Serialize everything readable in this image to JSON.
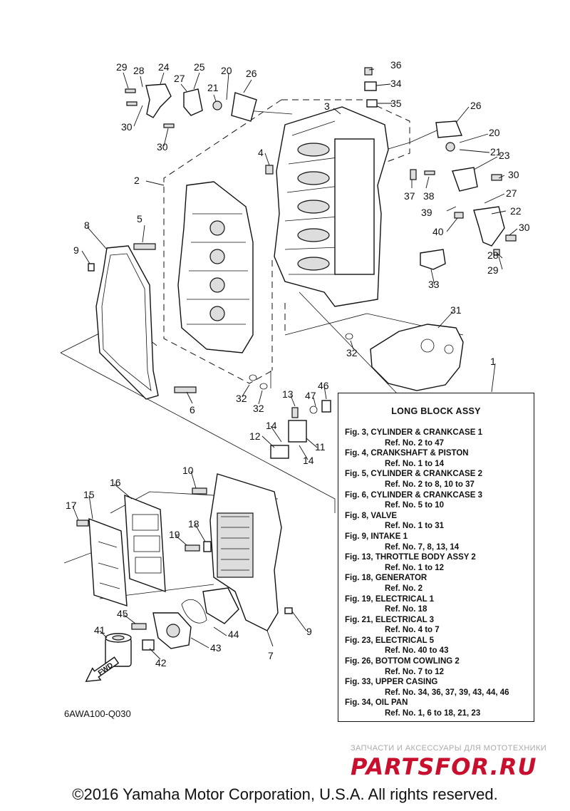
{
  "callouts": [
    {
      "key": "p29a",
      "label": "29"
    },
    {
      "key": "p28a",
      "label": "28"
    },
    {
      "key": "p24",
      "label": "24"
    },
    {
      "key": "p27a",
      "label": "27"
    },
    {
      "key": "p25",
      "label": "25"
    },
    {
      "key": "p20a",
      "label": "20"
    },
    {
      "key": "p21a",
      "label": "21"
    },
    {
      "key": "p26a",
      "label": "26"
    },
    {
      "key": "p30a",
      "label": "30"
    },
    {
      "key": "p30b",
      "label": "30"
    },
    {
      "key": "p3",
      "label": "3"
    },
    {
      "key": "p36",
      "label": "36"
    },
    {
      "key": "p34",
      "label": "34"
    },
    {
      "key": "p35",
      "label": "35"
    },
    {
      "key": "p26b",
      "label": "26"
    },
    {
      "key": "p20b",
      "label": "20"
    },
    {
      "key": "p21b",
      "label": "21"
    },
    {
      "key": "p23",
      "label": "23"
    },
    {
      "key": "p30c",
      "label": "30"
    },
    {
      "key": "p37",
      "label": "37"
    },
    {
      "key": "p38",
      "label": "38"
    },
    {
      "key": "p27b",
      "label": "27"
    },
    {
      "key": "p39",
      "label": "39"
    },
    {
      "key": "p22",
      "label": "22"
    },
    {
      "key": "p40",
      "label": "40"
    },
    {
      "key": "p30d",
      "label": "30"
    },
    {
      "key": "p28b",
      "label": "28"
    },
    {
      "key": "p29b",
      "label": "29"
    },
    {
      "key": "p4",
      "label": "4"
    },
    {
      "key": "p2",
      "label": "2"
    },
    {
      "key": "p5",
      "label": "5"
    },
    {
      "key": "p8",
      "label": "8"
    },
    {
      "key": "p9a",
      "label": "9"
    },
    {
      "key": "p33",
      "label": "33"
    },
    {
      "key": "p31",
      "label": "31"
    },
    {
      "key": "p32a",
      "label": "32"
    },
    {
      "key": "p1",
      "label": "1"
    },
    {
      "key": "p6",
      "label": "6"
    },
    {
      "key": "p32b",
      "label": "32"
    },
    {
      "key": "p32c",
      "label": "32"
    },
    {
      "key": "p13",
      "label": "13"
    },
    {
      "key": "p47",
      "label": "47"
    },
    {
      "key": "p46",
      "label": "46"
    },
    {
      "key": "p14a",
      "label": "14"
    },
    {
      "key": "p12",
      "label": "12"
    },
    {
      "key": "p11",
      "label": "11"
    },
    {
      "key": "p14b",
      "label": "14"
    },
    {
      "key": "p10",
      "label": "10"
    },
    {
      "key": "p16",
      "label": "16"
    },
    {
      "key": "p15",
      "label": "15"
    },
    {
      "key": "p17",
      "label": "17"
    },
    {
      "key": "p18",
      "label": "18"
    },
    {
      "key": "p19",
      "label": "19"
    },
    {
      "key": "p45",
      "label": "45"
    },
    {
      "key": "p41",
      "label": "41"
    },
    {
      "key": "p44",
      "label": "44"
    },
    {
      "key": "p9b",
      "label": "9"
    },
    {
      "key": "p43",
      "label": "43"
    },
    {
      "key": "p42",
      "label": "42"
    },
    {
      "key": "p7",
      "label": "7"
    }
  ],
  "legend": {
    "title": "LONG BLOCK ASSY",
    "entries": [
      {
        "fig": "Fig. 3, CYLINDER & CRANKCASE 1",
        "ref": "Ref. No. 2 to 47"
      },
      {
        "fig": "Fig. 4, CRANKSHAFT & PISTON",
        "ref": "Ref. No. 1 to 14"
      },
      {
        "fig": "Fig. 5, CYLINDER & CRANKCASE 2",
        "ref": "Ref. No. 2 to 8, 10 to 37"
      },
      {
        "fig": "Fig. 6, CYLINDER & CRANKCASE 3",
        "ref": "Ref. No. 5 to 10"
      },
      {
        "fig": "Fig. 8, VALVE",
        "ref": "Ref. No. 1 to 31"
      },
      {
        "fig": "Fig. 9, INTAKE 1",
        "ref": "Ref. No. 7, 8, 13, 14"
      },
      {
        "fig": "Fig. 13, THROTTLE BODY ASSY 2",
        "ref": "Ref. No. 1 to 12"
      },
      {
        "fig": "Fig. 18, GENERATOR",
        "ref": "Ref. No. 2"
      },
      {
        "fig": "Fig. 19, ELECTRICAL 1",
        "ref": "Ref. No. 18"
      },
      {
        "fig": "Fig. 21, ELECTRICAL 3",
        "ref": "Ref. No. 4 to 7"
      },
      {
        "fig": "Fig. 23, ELECTRICAL 5",
        "ref": "Ref. No. 40 to 43"
      },
      {
        "fig": "Fig. 26, BOTTOM COWLING 2",
        "ref": "Ref. No. 7 to 12"
      },
      {
        "fig": "Fig. 33, UPPER CASING",
        "ref": "Ref. No. 34, 36, 37, 39, 43, 44, 46"
      },
      {
        "fig": "Fig. 34, OIL PAN",
        "ref": "Ref. No. 1, 6 to 18, 21, 23"
      }
    ]
  },
  "fwd_label": "FWD",
  "figure_code": "6AWA100-Q030",
  "watermark": {
    "tagline": "ЗАПЧАСТИ И АКСЕССУАРЫ ДЛЯ МОТОТЕХНИКИ",
    "logo_text": "PARTSFOR.RU",
    "color": "#c8102e"
  },
  "copyright": "©2016 Yamaha Motor Corporation, U.S.A. All rights reserved."
}
